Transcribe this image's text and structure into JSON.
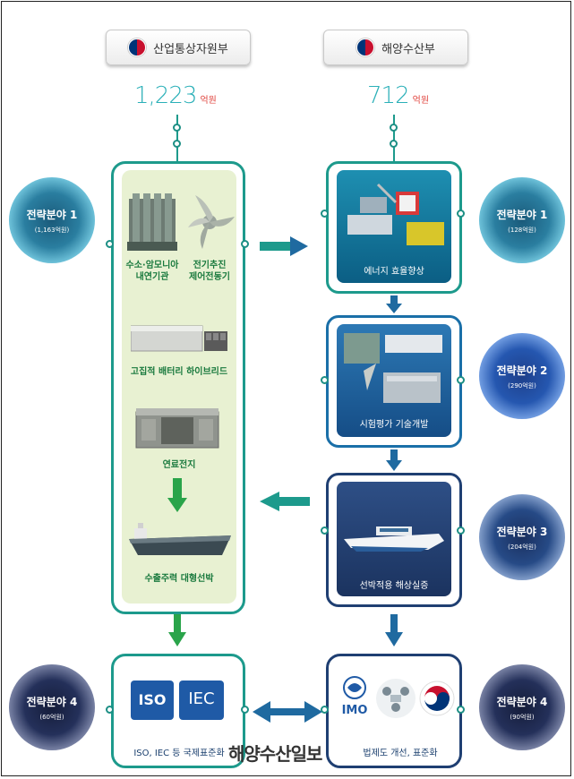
{
  "ministries": {
    "left": {
      "name": "산업통상자원부",
      "budget_value": "1,223",
      "budget_unit": "억원"
    },
    "right": {
      "name": "해양수산부",
      "budget_value": "712",
      "budget_unit": "억원"
    }
  },
  "strategy": {
    "s1_left": {
      "title": "전략분야 1",
      "amount": "(1,163억원)"
    },
    "s1_right": {
      "title": "전략분야 1",
      "amount": "(128억원)"
    },
    "s2": {
      "title": "전략분야 2",
      "amount": "(290억원)"
    },
    "s3": {
      "title": "전략분야 3",
      "amount": "(204억원)"
    },
    "s4_left": {
      "title": "전략분야 4",
      "amount": "(60억원)"
    },
    "s4_right": {
      "title": "전략분야 4",
      "amount": "(90억원)"
    }
  },
  "left_panel": {
    "engine_label_1": "수소·암모니아",
    "engine_label_2": "내연기관",
    "propulsion_label_1": "전기추진",
    "propulsion_label_2": "제어전동기",
    "battery_label": "고집적 배터리 하이브리드",
    "fuelcell_label": "연료전지",
    "ship_label": "수출주력 대형선박",
    "standard_label": "ISO, IEC 등 국제표준화"
  },
  "right_panel": {
    "energy_label": "에너지 효율향상",
    "test_label": "시험평가 기술개발",
    "sea_label": "선박적용 해상실증",
    "law_label": "법제도 개선, 표준화"
  },
  "logos": {
    "iso": "ISO",
    "iec": "IEC",
    "imo": "IMO"
  },
  "watermark": "해양수산일보",
  "colors": {
    "teal": "#1d9a8c",
    "budget": "#2bb0b8",
    "green_fill": "#e8f1d2",
    "navy": "#1f3f72"
  }
}
